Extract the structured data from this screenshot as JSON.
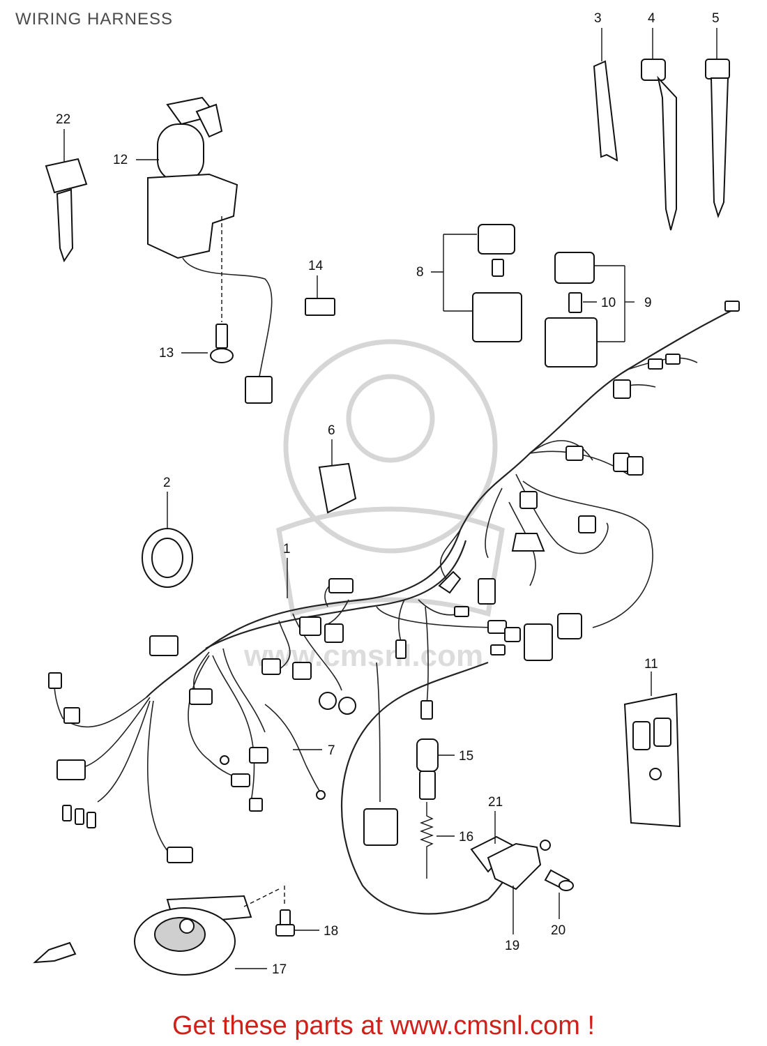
{
  "header": {
    "title": "WIRING HARNESS"
  },
  "watermark": {
    "text": "www.cmsnl.com"
  },
  "footer": {
    "link_text": "Get these parts at www.cmsnl.com !",
    "color": "#d0201a"
  },
  "callouts": {
    "p1": "1",
    "p2": "2",
    "p3": "3",
    "p4": "4",
    "p5": "5",
    "p6": "6",
    "p7": "7",
    "p8": "8",
    "p9": "9",
    "p10": "10",
    "p11": "11",
    "p12": "12",
    "p13": "13",
    "p14": "14",
    "p15": "15",
    "p16": "16",
    "p17": "17",
    "p18": "18",
    "p19": "19",
    "p20": "20",
    "p21": "21",
    "p22": "22"
  }
}
